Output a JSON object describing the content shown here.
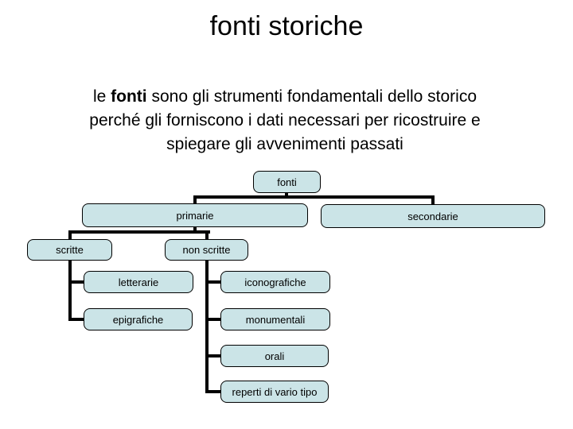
{
  "slide": {
    "title": "fonti storiche",
    "paragraph": {
      "line1_pre": "le ",
      "line1_bold": "fonti",
      "line1_post": " sono gli strumenti fondamentali dello storico",
      "line2": "perché gli forniscono i dati necessari per ricostruire e",
      "line3": "spiegare gli avvenimenti passati"
    }
  },
  "diagram": {
    "type": "hierarchy-tree",
    "colors": {
      "node_fill": "#cbe4e7",
      "node_border": "#000000",
      "connector": "#000000",
      "background": "#ffffff"
    },
    "nodes": [
      {
        "id": "fonti",
        "label": "fonti",
        "parent": null
      },
      {
        "id": "primarie",
        "label": "primarie",
        "parent": "fonti"
      },
      {
        "id": "secondarie",
        "label": "secondarie",
        "parent": "fonti"
      },
      {
        "id": "scritte",
        "label": "scritte",
        "parent": "primarie"
      },
      {
        "id": "non-scritte",
        "label": "non scritte",
        "parent": "primarie"
      },
      {
        "id": "letterarie",
        "label": "letterarie",
        "parent": "scritte"
      },
      {
        "id": "iconografiche",
        "label": "iconografiche",
        "parent": "non-scritte"
      },
      {
        "id": "epigrafiche",
        "label": "epigrafiche",
        "parent": "scritte"
      },
      {
        "id": "monumentali",
        "label": "monumentali",
        "parent": "non-scritte"
      },
      {
        "id": "orali",
        "label": "orali",
        "parent": "non-scritte"
      },
      {
        "id": "reperti",
        "label": "reperti di vario tipo",
        "parent": "non-scritte"
      }
    ]
  }
}
